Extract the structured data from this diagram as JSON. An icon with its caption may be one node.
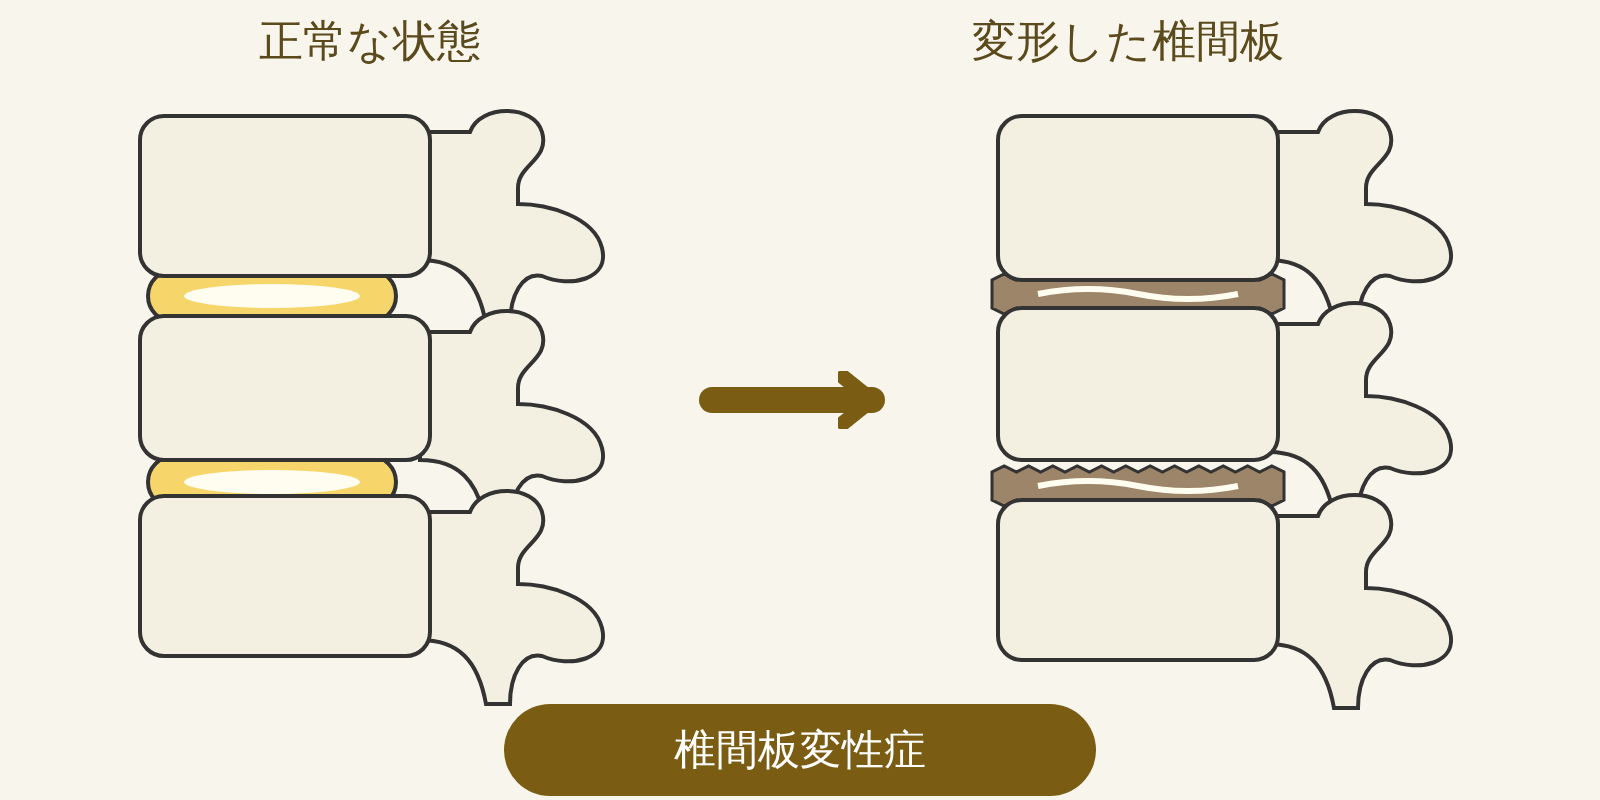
{
  "diagram": {
    "nodes": [
      {
        "text": [
          "正常な状態"
        ]
      },
      {
        "text": [
          "変形した椎間板"
        ]
      },
      {
        "text": [
          "椎間板変性症"
        ]
      }
    ],
    "edges": [
      {
        "from": 0,
        "to": 1,
        "arrow": "to"
      }
    ]
  }
}
